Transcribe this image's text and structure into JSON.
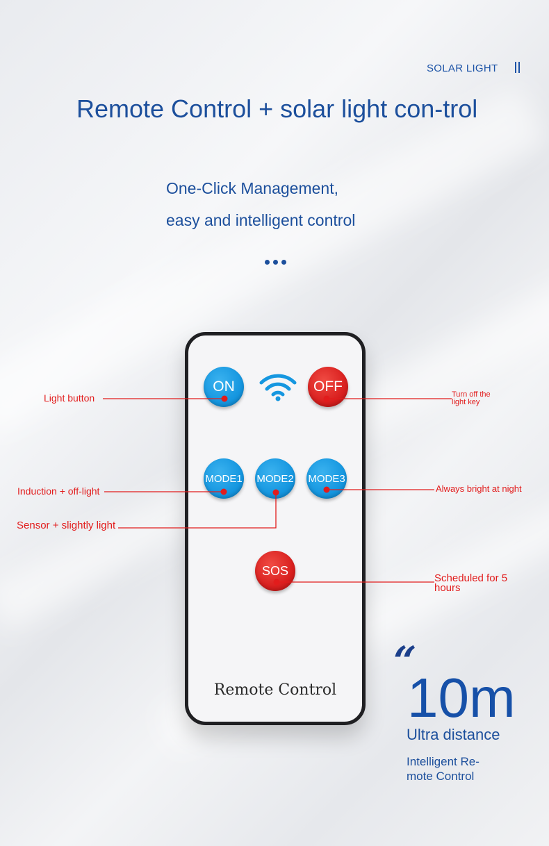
{
  "brand": {
    "name": "SOLAR LIGHT",
    "separator": "II"
  },
  "headline": "Remote Control + solar light con-trol",
  "subline": {
    "line1": "One-Click Management,",
    "line2": "easy and intelligent control"
  },
  "remote": {
    "label": "Remote Control",
    "buttons": {
      "on": "ON",
      "off": "OFF",
      "mode1": "MODE1",
      "mode2": "MODE2",
      "mode3": "MODE3",
      "sos": "SOS"
    }
  },
  "callouts": {
    "light_button": "Light button",
    "turn_off_line1": "Turn off the",
    "turn_off_line2": "light key",
    "induction": "Induction + off-light",
    "sensor": "Sensor + slightly light",
    "always_bright": "Always bright at night",
    "scheduled_line1": "Scheduled for 5",
    "scheduled_line2": "hours"
  },
  "distance": {
    "quote_mark": "“",
    "value": "10m",
    "caption": "Ultra distance",
    "note": "Intelligent Re-mote Control"
  },
  "colors": {
    "headline_blue": "#1c4f9c",
    "button_blue": "#1697e0",
    "button_red": "#d9201f",
    "callout_red": "#e21c1c"
  }
}
